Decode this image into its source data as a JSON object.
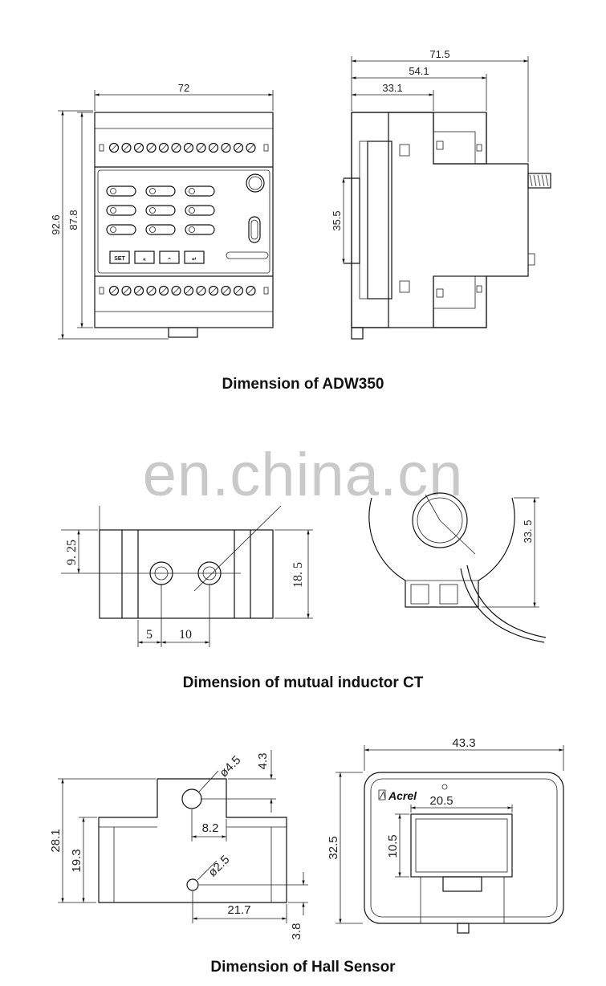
{
  "watermark": "en.china.cn",
  "adw350": {
    "caption": "Dimension of ADW350",
    "dims": {
      "width": "72",
      "height_outer": "92.6",
      "height_inner": "87.8",
      "depth_total": "71.5",
      "depth_mid": "54.1",
      "depth_front": "33.1",
      "rail": "35.5"
    },
    "buttons": [
      "SET",
      "«",
      "⌃",
      "↵"
    ]
  },
  "ct": {
    "caption": "Dimension of mutual inductor CT",
    "dims": {
      "offset": "9. 25",
      "height": "18. 5",
      "edge": "5",
      "spacing": "10",
      "diameter": "33. 5"
    }
  },
  "hall": {
    "caption": "Dimension of Hall Sensor",
    "dims": {
      "hole_dia": "ø4.5",
      "hole_offset": "4.3",
      "hole_width": "8.2",
      "height_total": "28.1",
      "height_body": "19.3",
      "pin_dia": "ø2.5",
      "pin_x": "21.7",
      "pin_y": "3.8",
      "width": "43.3",
      "window_w": "20.5",
      "window_h": "10.5",
      "height": "32.5"
    },
    "logo": "Acrel"
  }
}
